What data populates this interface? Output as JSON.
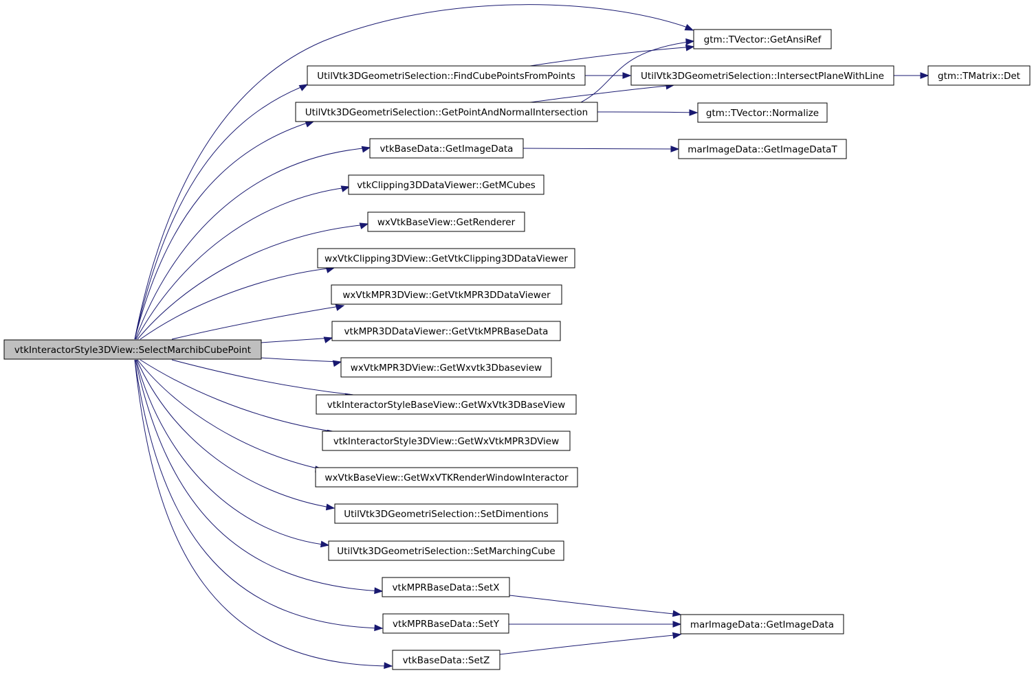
{
  "graph": {
    "root": "vtkInteractorStyle3DView::SelectMarchibCubePoint",
    "nodes": [
      {
        "id": "root",
        "label": "vtkInteractorStyle3DView::SelectMarchibCubePoint"
      },
      {
        "id": "getansiref",
        "label": "gtm::TVector::GetAnsiRef"
      },
      {
        "id": "findcube",
        "label": "UtilVtk3DGeometriSelection::FindCubePointsFromPoints"
      },
      {
        "id": "intersectplane",
        "label": "UtilVtk3DGeometriSelection::IntersectPlaneWithLine"
      },
      {
        "id": "det",
        "label": "gtm::TMatrix::Det"
      },
      {
        "id": "getpointnormal",
        "label": "UtilVtk3DGeometriSelection::GetPointAndNormalIntersection"
      },
      {
        "id": "normalize",
        "label": "gtm::TVector::Normalize"
      },
      {
        "id": "getimagedata",
        "label": "vtkBaseData::GetImageData"
      },
      {
        "id": "getimagedatat",
        "label": "marImageData::GetImageDataT"
      },
      {
        "id": "getmcubes",
        "label": "vtkClipping3DDataViewer::GetMCubes"
      },
      {
        "id": "getrenderer",
        "label": "wxVtkBaseView::GetRenderer"
      },
      {
        "id": "getclipviewer",
        "label": "wxVtkClipping3DView::GetVtkClipping3DDataViewer"
      },
      {
        "id": "getmprviewer",
        "label": "wxVtkMPR3DView::GetVtkMPR3DDataViewer"
      },
      {
        "id": "getmprbasedata",
        "label": "vtkMPR3DDataViewer::GetVtkMPRBaseData"
      },
      {
        "id": "getwxvtk3dbaseview_lower",
        "label": "wxVtkMPR3DView::GetWxvtk3Dbaseview"
      },
      {
        "id": "getwxvtk3dbaseview",
        "label": "vtkInteractorStyleBaseView::GetWxVtk3DBaseView"
      },
      {
        "id": "getwxvtkmpr3dview",
        "label": "vtkInteractorStyle3DView::GetWxVtkMPR3DView"
      },
      {
        "id": "getrwi",
        "label": "wxVtkBaseView::GetWxVTKRenderWindowInteractor"
      },
      {
        "id": "setdimentions",
        "label": "UtilVtk3DGeometriSelection::SetDimentions"
      },
      {
        "id": "setmarchingcube",
        "label": "UtilVtk3DGeometriSelection::SetMarchingCube"
      },
      {
        "id": "setx",
        "label": "vtkMPRBaseData::SetX"
      },
      {
        "id": "sety",
        "label": "vtkMPRBaseData::SetY"
      },
      {
        "id": "setz",
        "label": "vtkBaseData::SetZ"
      },
      {
        "id": "marimagedata",
        "label": "marImageData::GetImageData"
      }
    ],
    "edges": [
      [
        "root",
        "getansiref"
      ],
      [
        "root",
        "findcube"
      ],
      [
        "root",
        "getpointnormal"
      ],
      [
        "root",
        "getimagedata"
      ],
      [
        "root",
        "getmcubes"
      ],
      [
        "root",
        "getrenderer"
      ],
      [
        "root",
        "getclipviewer"
      ],
      [
        "root",
        "getmprviewer"
      ],
      [
        "root",
        "getmprbasedata"
      ],
      [
        "root",
        "getwxvtk3dbaseview_lower"
      ],
      [
        "root",
        "getwxvtk3dbaseview"
      ],
      [
        "root",
        "getwxvtkmpr3dview"
      ],
      [
        "root",
        "getrwi"
      ],
      [
        "root",
        "setdimentions"
      ],
      [
        "root",
        "setmarchingcube"
      ],
      [
        "root",
        "setx"
      ],
      [
        "root",
        "sety"
      ],
      [
        "root",
        "setz"
      ],
      [
        "findcube",
        "getansiref"
      ],
      [
        "findcube",
        "intersectplane"
      ],
      [
        "getpointnormal",
        "getansiref"
      ],
      [
        "getpointnormal",
        "intersectplane"
      ],
      [
        "getpointnormal",
        "normalize"
      ],
      [
        "intersectplane",
        "det"
      ],
      [
        "getimagedata",
        "getimagedatat"
      ],
      [
        "setx",
        "marimagedata"
      ],
      [
        "sety",
        "marimagedata"
      ],
      [
        "setz",
        "marimagedata"
      ]
    ]
  },
  "colors": {
    "edge": "#191970",
    "root_fill": "#bfbfbf",
    "node_fill": "#ffffff",
    "node_border": "#000000"
  }
}
